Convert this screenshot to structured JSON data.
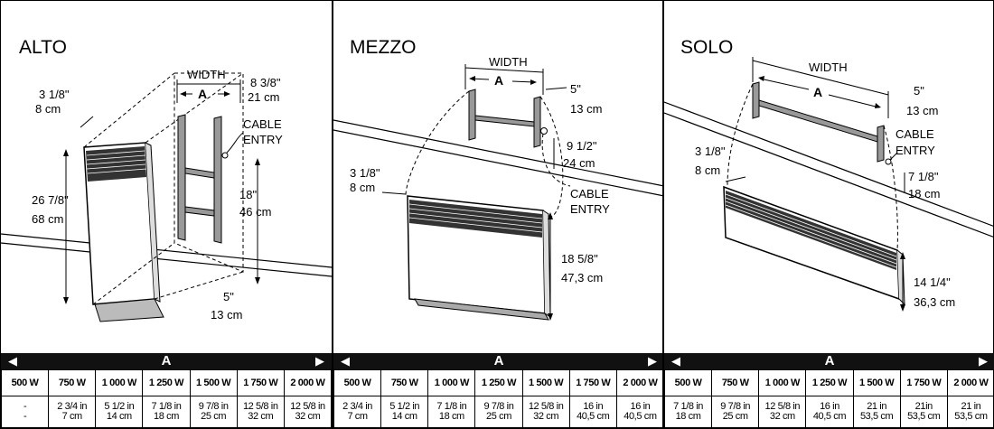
{
  "panels": [
    {
      "title": "ALTO",
      "width_label": "WIDTH",
      "a_label": "A",
      "cable_entry": [
        "CABLE",
        "ENTRY"
      ],
      "dims": {
        "top_in": "3 1/8\"",
        "top_cm": "8 cm",
        "right_in": "8 3/8\"",
        "right_cm": "21 cm",
        "height_in": "26 7/8\"",
        "height_cm": "68 cm",
        "bracket_in": "18\"",
        "bracket_cm": "46 cm",
        "floor_in": "5\"",
        "floor_cm": "13 cm"
      },
      "headers": [
        "500 W",
        "750 W",
        "1 000 W",
        "1 250 W",
        "1 500 W",
        "1 750 W",
        "2 000 W"
      ],
      "in_row": [
        "-",
        "2 3/4 in",
        "5 1/2 in",
        "7 1/8 in",
        "9 7/8 in",
        "12 5/8 in",
        "12 5/8 in"
      ],
      "cm_row": [
        "-",
        "7 cm",
        "14 cm",
        "18 cm",
        "25 cm",
        "32 cm",
        "32 cm"
      ]
    },
    {
      "title": "MEZZO",
      "width_label": "WIDTH",
      "a_label": "A",
      "cable_entry": [
        "CABLE",
        "ENTRY"
      ],
      "dims": {
        "right_in": "5\"",
        "right_cm": "13 cm",
        "side_in": "9 1/2\"",
        "side_cm": "24 cm",
        "left_in": "3 1/8\"",
        "left_cm": "8 cm",
        "height_in": "18 5/8\"",
        "height_cm": "47,3 cm"
      },
      "headers": [
        "500 W",
        "750 W",
        "1 000 W",
        "1 250 W",
        "1 500 W",
        "1 750 W",
        "2 000 W"
      ],
      "in_row": [
        "2 3/4 in",
        "5 1/2 in",
        "7 1/8 in",
        "9 7/8 in",
        "12 5/8 in",
        "16 in",
        "16 in"
      ],
      "cm_row": [
        "7 cm",
        "14 cm",
        "18 cm",
        "25 cm",
        "32 cm",
        "40,5 cm",
        "40,5 cm"
      ]
    },
    {
      "title": "SOLO",
      "width_label": "WIDTH",
      "a_label": "A",
      "cable_entry": [
        "CABLE",
        "ENTRY"
      ],
      "dims": {
        "right_in": "5\"",
        "right_cm": "13 cm",
        "left_in": "3 1/8\"",
        "left_cm": "8 cm",
        "side_in": "7 1/8\"",
        "side_cm": "18 cm",
        "height_in": "14 1/4\"",
        "height_cm": "36,3 cm"
      },
      "headers": [
        "500 W",
        "750 W",
        "1 000 W",
        "1 250 W",
        "1 500 W",
        "1 750 W",
        "2 000 W"
      ],
      "in_row": [
        "7 1/8 in",
        "9 7/8 in",
        "12 5/8 in",
        "16 in",
        "21 in",
        "21in",
        "21 in"
      ],
      "cm_row": [
        "18 cm",
        "25 cm",
        "32 cm",
        "40,5 cm",
        "53,5 cm",
        "53,5 cm",
        "53,5 cm"
      ]
    }
  ],
  "icons": {
    "left": "arrow-left-icon",
    "right": "arrow-right-icon"
  }
}
